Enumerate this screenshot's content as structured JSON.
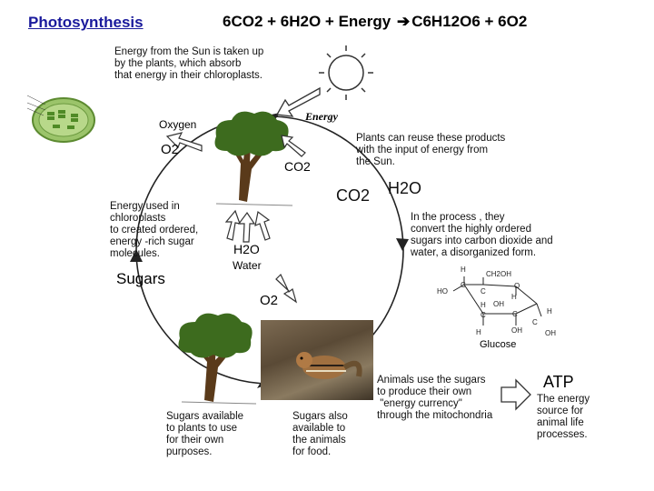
{
  "header": {
    "title": "Photosynthesis",
    "equation_left": "6CO2 + 6H2O + Energy",
    "equation_right": "C6H12O6 + 6O2"
  },
  "texts": {
    "sun_energy": [
      "Energy from the Sun is taken up",
      "by the plants, which absorb",
      "that energy in their chloroplasts."
    ],
    "energy_label": "Energy",
    "oxygen_label": "Oxygen",
    "o2_label": "O2",
    "co2_label_small": "CO2",
    "reuse": [
      "Plants can reuse these products",
      "with the input of energy from",
      "the Sun."
    ],
    "co2_big": "CO2",
    "h2o_big": "H2O",
    "energy_used": [
      "Energy used in",
      "chloroplasts",
      "to created ordered,",
      "energy -rich sugar",
      "molecules."
    ],
    "h2o_small": "H2O",
    "water_label": "Water",
    "sugars_label": "Sugars",
    "process": [
      "In the process , they",
      "convert the highly ordered",
      "sugars into carbon dioxide and",
      "water, a disorganized form."
    ],
    "o2_lower": "O2",
    "glucose_label": "Glucose",
    "animals_use": [
      "Animals use the sugars",
      "to produce their own",
      " \"energy currency\"",
      "through the mitochondria"
    ],
    "atp_title": "ATP",
    "atp_text": [
      "The energy",
      "source for",
      "animal life",
      "processes."
    ],
    "sugars_plants": [
      "Sugars available",
      "to plants to use",
      "for their own",
      "purposes."
    ],
    "sugars_animals": [
      "Sugars also",
      "available to",
      "the animals",
      "for food."
    ]
  },
  "glucose_atoms": [
    "H",
    "CH2OH",
    "HO",
    "C",
    "C",
    "O",
    "H",
    "OH",
    "H",
    "C",
    "C",
    "C",
    "H",
    "H",
    "OH",
    "OH"
  ],
  "colors": {
    "title_link": "#1a1a9c",
    "tree_foliage": "#3d6b1e",
    "tree_trunk": "#5a3a1a",
    "chloroplast": "#9bc46a"
  }
}
